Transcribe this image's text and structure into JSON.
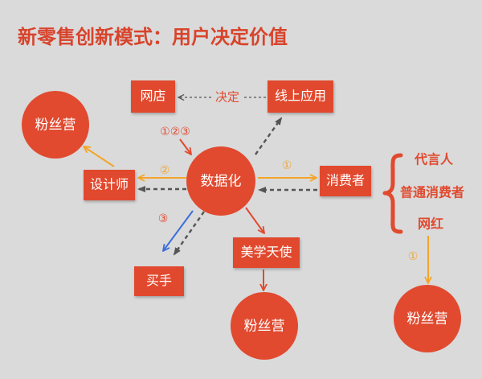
{
  "title": "新零售创新模式：用户决定价值",
  "colors": {
    "red": "#e14a2f",
    "title": "#d8432b",
    "orange": "#f4a429",
    "gray": "#555555",
    "blue": "#3d6fd9",
    "background": "#dadada",
    "text_on_red": "#ffffff"
  },
  "nodes": {
    "online_shop": "网店",
    "online_app": "线上应用",
    "data": "数据化",
    "designer": "设计师",
    "consumer": "消费者",
    "beauty_angel": "美学天使",
    "buyer": "买手",
    "fans_left": "粉丝营",
    "fans_bottom": "粉丝营",
    "fans_right": "粉丝营"
  },
  "edge_labels": {
    "decide": "决定",
    "shop_to_data": "①②③",
    "data_to_designer": "②",
    "data_to_consumer": "①",
    "data_to_buyer": "③",
    "consumers_to_fans": "①"
  },
  "consumer_types": [
    "代言人",
    "普通消费者",
    "网红"
  ]
}
